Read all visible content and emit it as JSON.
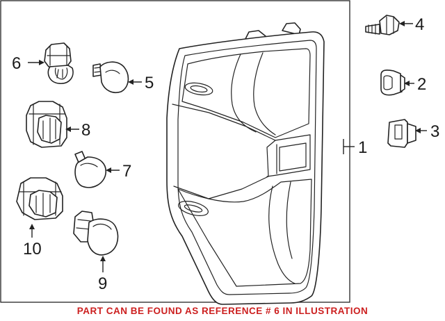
{
  "callouts": {
    "c1": "1",
    "c2": "2",
    "c3": "3",
    "c4": "4",
    "c5": "5",
    "c6": "6",
    "c7": "7",
    "c8": "8",
    "c9": "9",
    "c10": "10"
  },
  "note": {
    "text": "PART CAN BE FOUND AS REFERENCE # 6 IN ILLUSTRATION",
    "color": "#cc1f1f"
  },
  "icons": [
    "tail-lamp-assembly",
    "bulb-socket",
    "bulb",
    "screw",
    "grommet",
    "clip"
  ]
}
